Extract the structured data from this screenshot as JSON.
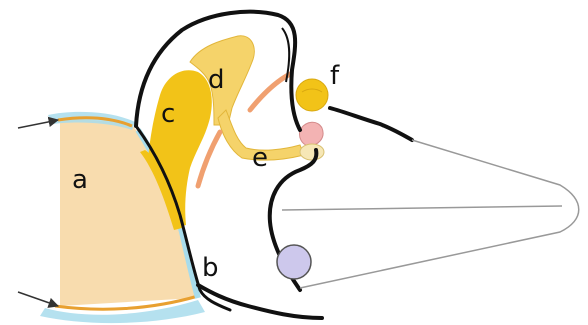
{
  "labels": {
    "a": "a",
    "b": "b",
    "c": "c",
    "d": "d",
    "e": "e",
    "f": "f"
  },
  "colors": {
    "outline": "#111111",
    "region_a_fill": "#f8dcae",
    "membrane_blue": "#a8dcec",
    "gold_structure": "#f2c318",
    "pale_gold": "#f5d36a",
    "salmon_mark": "#f0a070",
    "pink_knob": "#f3b3b3",
    "cone_line": "#999999",
    "violet_node": "#cdc8ec"
  },
  "icons": {
    "arrows": "left-pointing-arrow"
  }
}
